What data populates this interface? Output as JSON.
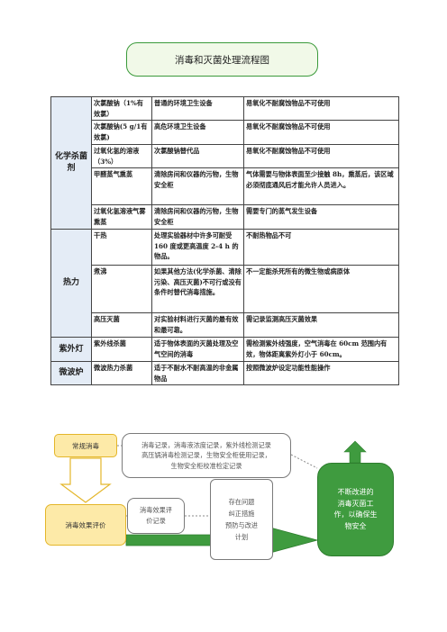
{
  "title": "消毒和灭菌处理流程图",
  "table": {
    "categories": [
      {
        "name": "化学杀菌剂",
        "rows": [
          {
            "agent": "次氯酸钠（1%有效氯）",
            "scope": "普通的环境卫生设备",
            "note": "易氧化不耐腐蚀物品不可使用"
          },
          {
            "agent": "次氯酸钠(5 g/1有效氯)",
            "scope": "高危环境卫生设备",
            "note": "易氧化不耐腐蚀物品不可使用"
          },
          {
            "agent": "过氧化氢的溶液（3%）",
            "scope": "次氯酸钠替代品",
            "note": "易氧化不耐腐蚀物品不可使用"
          },
          {
            "agent": "甲醛蒸气熏蒸",
            "scope": "清除房间和仪器的污物，生物安全柜",
            "note": "气体需要与物体表面至少接触 8h，熏蒸后，该区域必须彻底通风后才能允许人员进入。"
          },
          {
            "agent": "过氧化氢溶液气雾熏蒸",
            "scope": "清除房间和仪器的污物，生物安全柜",
            "note": "需要专门的蒸气发生设备"
          }
        ]
      },
      {
        "name": "热力",
        "rows": [
          {
            "agent": "干热",
            "scope": "处理实验器材中许多可耐受 160 度或更高温度 2-4 h 的物品。",
            "note": "不耐热物品不可"
          },
          {
            "agent": "煮沸",
            "scope": "如果其他方法(化学杀菌、清除污染、高压灭菌)不可行或没有条件时替代消毒措施。",
            "note": "不一定能杀死所有的微生物或病原体"
          },
          {
            "agent": "高压灭菌",
            "scope": "对实验材料进行灭菌的最有效和最可靠。",
            "note": "需记录监测高压灭菌效果"
          }
        ]
      },
      {
        "name": "紫外灯",
        "rows": [
          {
            "agent": "紫外线杀菌",
            "scope": "适于物体表面的灭菌处理及空气空间的消毒",
            "note": "需检测紫外线强度，空气消毒在 60cm 范围内有效，物体距离紫外灯小于 60cm。"
          }
        ]
      },
      {
        "name": "微波炉",
        "rows": [
          {
            "agent": "微波热力杀菌",
            "scope": "适于不耐水不耐高温的非金属物品",
            "note": "按照微波炉设定功能性能操作"
          }
        ]
      }
    ]
  },
  "flow": {
    "routine": "常规消毒",
    "records_lines": [
      "消毒记录，消毒液浓度记录，紫外线检测记录",
      "高压锅消毒检测记录，生物安全柜使用记录，",
      "生物安全柜校准检定记录"
    ],
    "evaluation": "消毒效果评价",
    "effect_record_lines": [
      "消毒效果评",
      "价记录"
    ],
    "issues_lines": [
      "存在问题",
      "纠正措施",
      "预防与改进",
      "计划"
    ],
    "improve_lines": [
      "不断改进的",
      "消毒灭菌工",
      "作，以确保生",
      "物安全"
    ],
    "colors": {
      "green": "#3f9b3f",
      "yellow": "#fdeaa8",
      "table_header": "#e4ecf6"
    }
  }
}
